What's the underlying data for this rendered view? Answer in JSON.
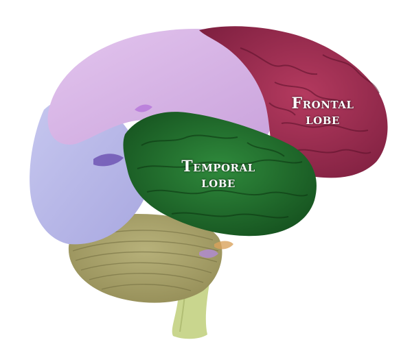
{
  "labels": {
    "frontal": {
      "line1": "Frontal",
      "line2": "lobe"
    },
    "temporal": {
      "line1": "Temporal",
      "line2": "lobe"
    }
  },
  "colors": {
    "frontal": "#9c2b4e",
    "temporal": "#1f6b2a",
    "parietal": "#d6b1e6",
    "occipital": "#b9b8ea",
    "cerebellum": "#a9a36a",
    "brainstem": "#c3d08a"
  }
}
